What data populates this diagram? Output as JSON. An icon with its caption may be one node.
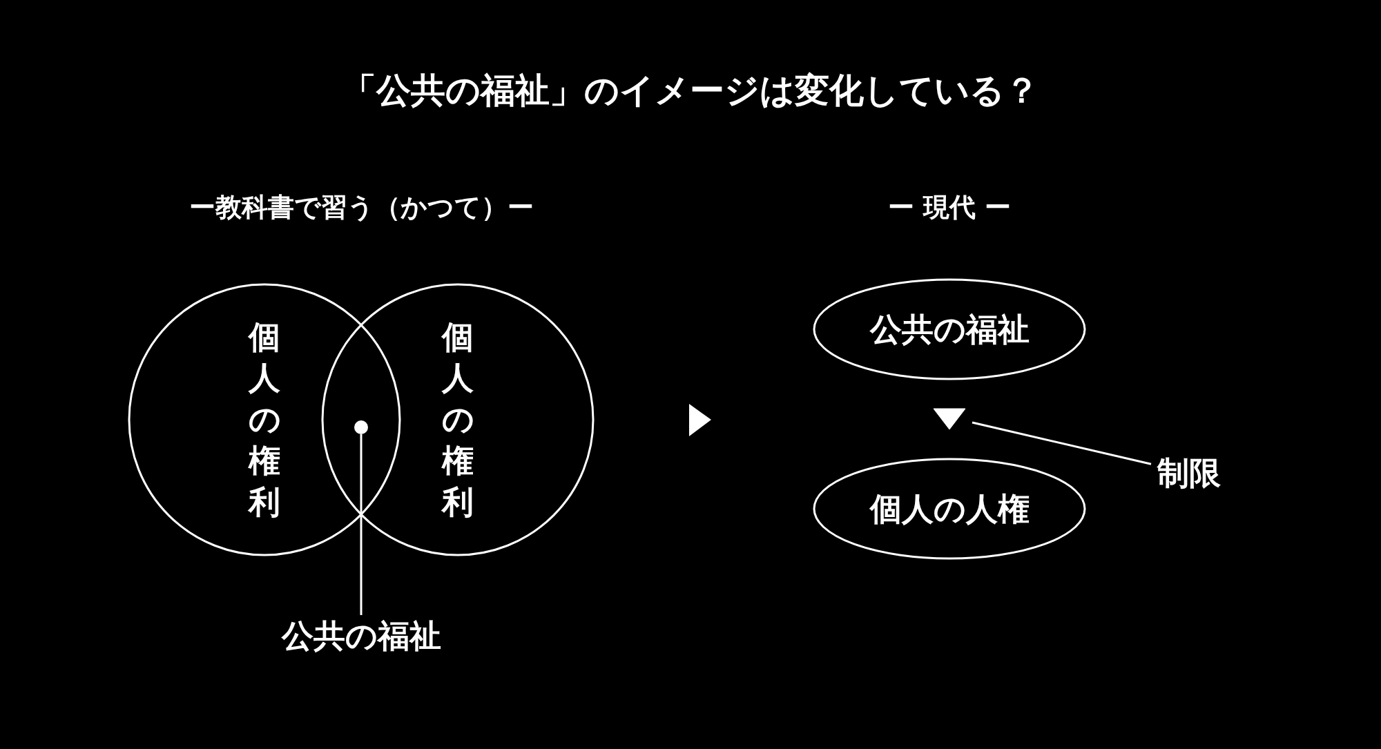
{
  "diagram": {
    "title": "「公共の福祉」のイメージは変化している？",
    "nodes": [
      {
        "text": [
          "個人の権利"
        ]
      },
      {
        "text": [
          "個人の権利"
        ]
      },
      {
        "text": [],
        "shape": "circle"
      },
      {
        "text": [
          "公共の福祉"
        ]
      },
      {
        "text": [
          "公共の福祉"
        ]
      },
      {
        "text": [
          "個人の人権"
        ]
      },
      {
        "text": [
          "制限"
        ]
      }
    ],
    "edges": [
      {
        "from": 3,
        "to": 2,
        "arrow": "none"
      },
      {
        "from": 4,
        "to": 5,
        "arrow": "to"
      },
      {
        "from": 6,
        "to": null,
        "arrow": "none"
      }
    ],
    "labels": [
      "ー教科書で習う（かつて）ー",
      "ー 現代 ー"
    ]
  }
}
